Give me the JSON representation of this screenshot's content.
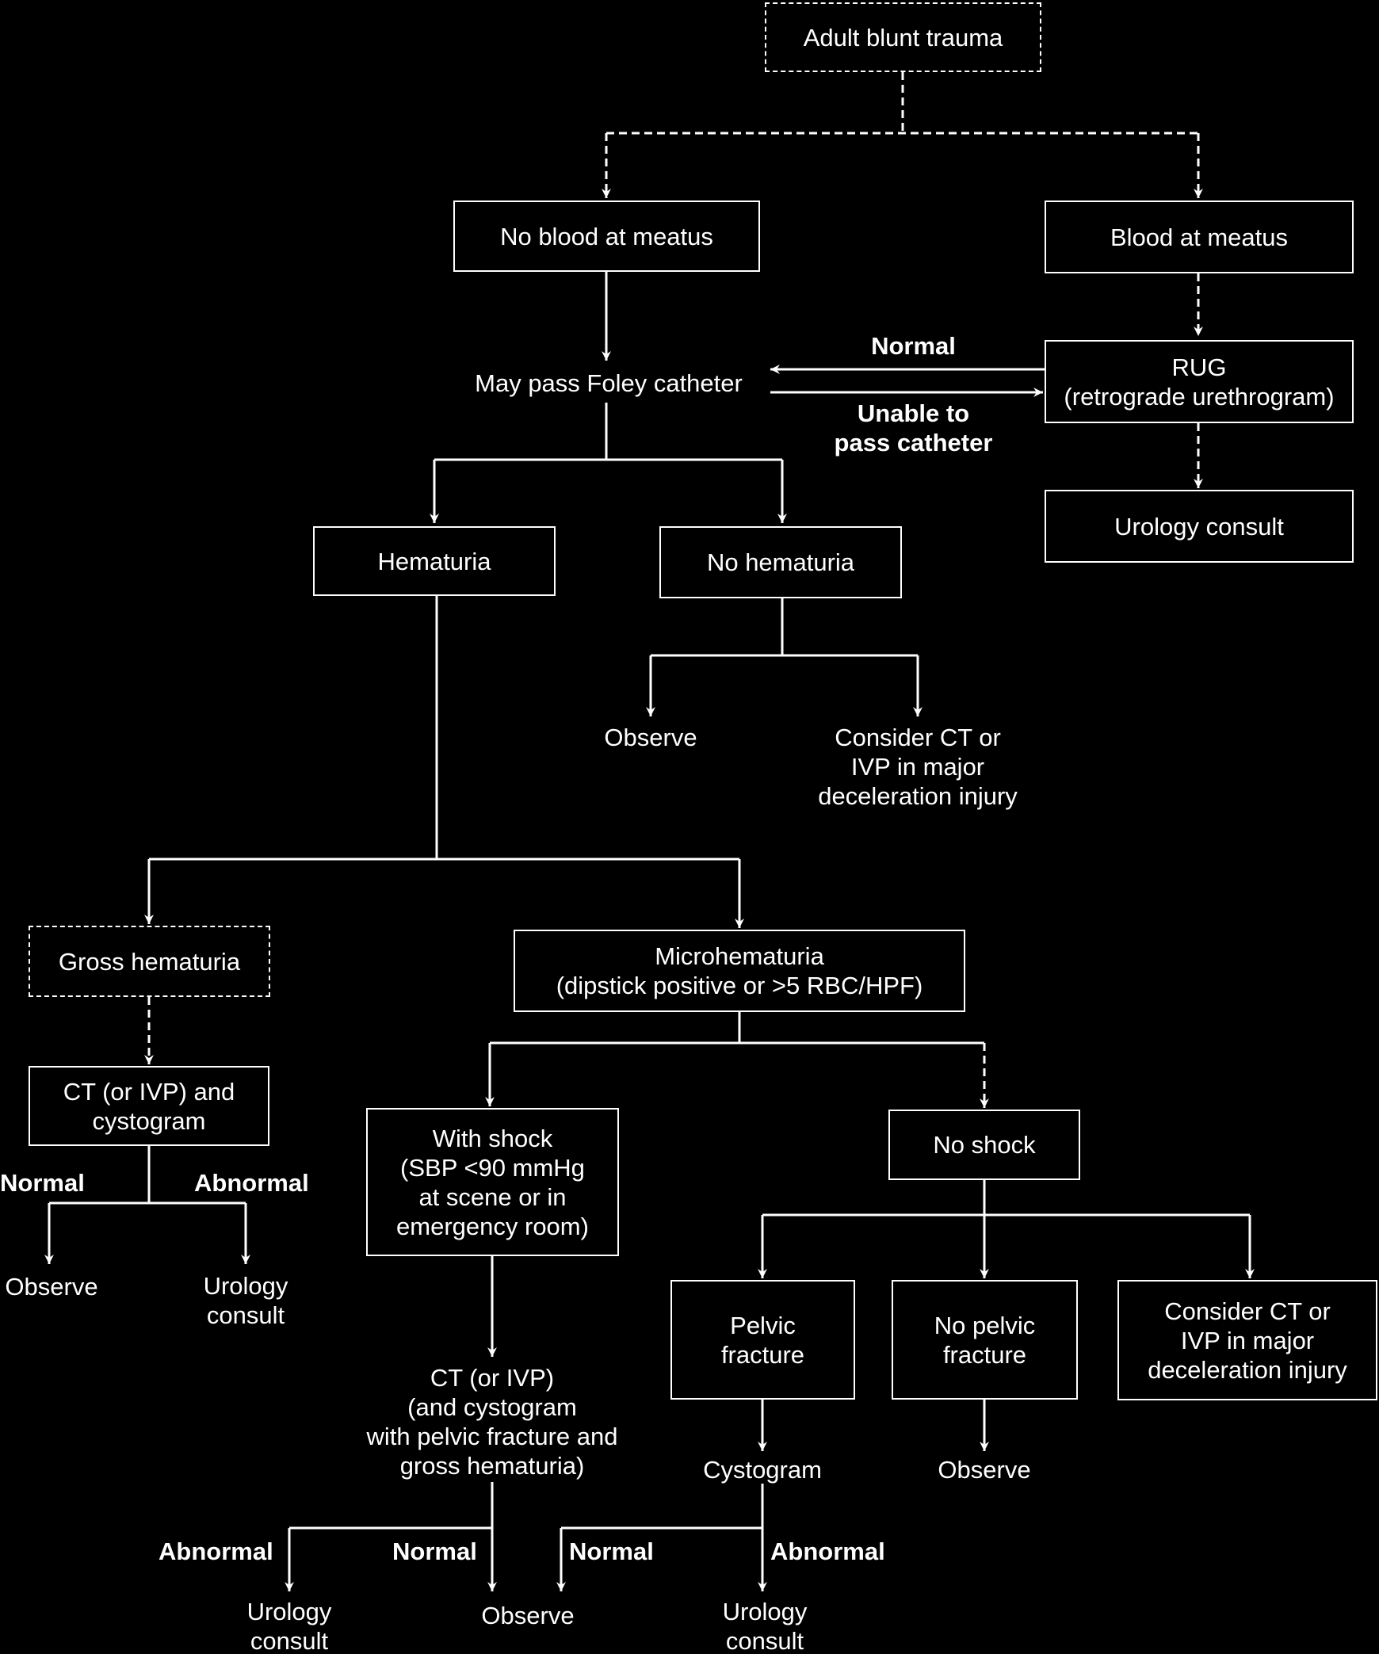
{
  "colors": {
    "background": "#000000",
    "foreground": "#ffffff"
  },
  "nodes": {
    "adult_blunt_trauma": "Adult blunt trauma",
    "no_blood_at_meatus": "No blood at meatus",
    "blood_at_meatus": "Blood at meatus",
    "may_pass_foley": "May pass Foley catheter",
    "rug": "RUG\n(retrograde urethrogram)",
    "urology_consult_top": "Urology consult",
    "hematuria": "Hematuria",
    "no_hematuria": "No hematuria",
    "observe_no_hematuria": "Observe",
    "consider_ct_no_hematuria": "Consider CT or\nIVP in major\ndeceleration injury",
    "gross_hematuria": "Gross hematuria",
    "microhematuria": "Microhematuria\n(dipstick positive or >5 RBC/HPF)",
    "ct_ivp_cystogram": "CT (or IVP) and\ncystogram",
    "observe_gross": "Observe",
    "urology_consult_gross": "Urology\nconsult",
    "with_shock": "With shock\n(SBP <90 mmHg\nat scene or in\nemergency room)",
    "no_shock": "No shock",
    "ct_ivp_shock": "CT (or IVP)\n(and cystogram\nwith pelvic fracture and\ngross hematuria)",
    "pelvic_fracture": "Pelvic\nfracture",
    "no_pelvic_fracture": "No pelvic\nfracture",
    "consider_ct_no_shock": "Consider CT or\nIVP in major\ndeceleration injury",
    "cystogram": "Cystogram",
    "observe_no_pelvic": "Observe",
    "urology_consult_shock": "Urology\nconsult",
    "observe_bottom": "Observe",
    "urology_consult_cystogram": "Urology\nconsult"
  },
  "labels": {
    "normal_rug": "Normal",
    "unable_to_pass": "Unable to\npass catheter",
    "normal_gross": "Normal",
    "abnormal_gross": "Abnormal",
    "abnormal_shock": "Abnormal",
    "normal_shock": "Normal",
    "normal_cystogram": "Normal",
    "abnormal_cystogram": "Abnormal"
  }
}
